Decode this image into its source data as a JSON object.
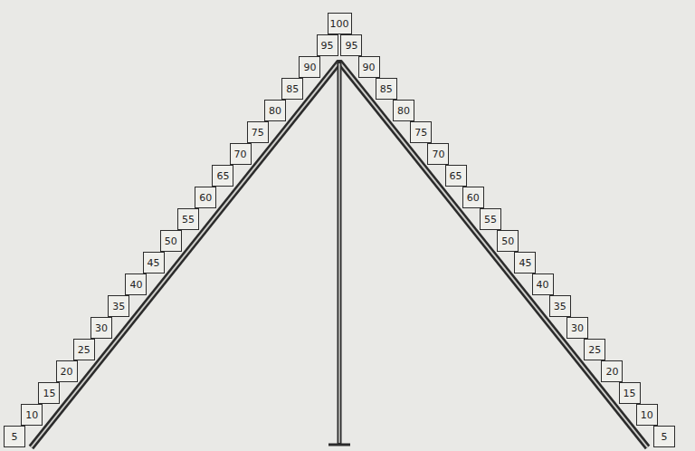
{
  "diagram": {
    "nodes": [
      {
        "text": [
          "100"
        ]
      },
      {
        "text": [
          "95"
        ]
      },
      {
        "text": [
          "95"
        ]
      },
      {
        "text": [
          "90"
        ]
      },
      {
        "text": [
          "90"
        ]
      },
      {
        "text": [
          "85"
        ]
      },
      {
        "text": [
          "85"
        ]
      },
      {
        "text": [
          "80"
        ]
      },
      {
        "text": [
          "80"
        ]
      },
      {
        "text": [
          "75"
        ]
      },
      {
        "text": [
          "75"
        ]
      },
      {
        "text": [
          "70"
        ]
      },
      {
        "text": [
          "70"
        ]
      },
      {
        "text": [
          "65"
        ]
      },
      {
        "text": [
          "65"
        ]
      },
      {
        "text": [
          "60"
        ]
      },
      {
        "text": [
          "60"
        ]
      },
      {
        "text": [
          "55"
        ]
      },
      {
        "text": [
          "55"
        ]
      },
      {
        "text": [
          "50"
        ]
      },
      {
        "text": [
          "50"
        ]
      },
      {
        "text": [
          "45"
        ]
      },
      {
        "text": [
          "45"
        ]
      },
      {
        "text": [
          "40"
        ]
      },
      {
        "text": [
          "40"
        ]
      },
      {
        "text": [
          "35"
        ]
      },
      {
        "text": [
          "35"
        ]
      },
      {
        "text": [
          "30"
        ]
      },
      {
        "text": [
          "30"
        ]
      },
      {
        "text": [
          "25"
        ]
      },
      {
        "text": [
          "25"
        ]
      },
      {
        "text": [
          "20"
        ]
      },
      {
        "text": [
          "20"
        ]
      },
      {
        "text": [
          "15"
        ]
      },
      {
        "text": [
          "15"
        ]
      },
      {
        "text": [
          "10"
        ]
      },
      {
        "text": [
          "10"
        ]
      },
      {
        "text": [
          "5"
        ]
      },
      {
        "text": [
          "5"
        ]
      }
    ]
  }
}
